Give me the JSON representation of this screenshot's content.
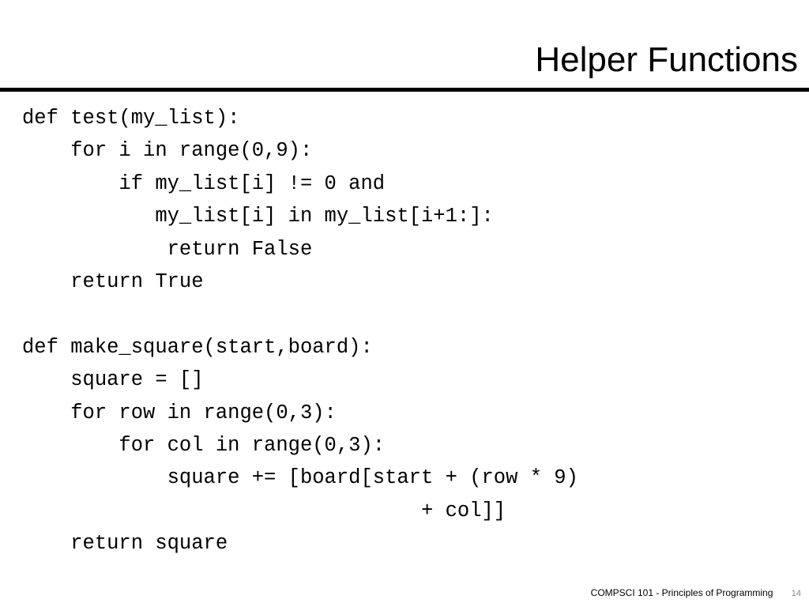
{
  "slide": {
    "title": "Helper Functions",
    "code_lines": [
      "def test(my_list):",
      "    for i in range(0,9):",
      "        if my_list[i] != 0 and",
      "           my_list[i] in my_list[i+1:]:",
      "            return False",
      "    return True",
      "",
      "def make_square(start,board):",
      "    square = []",
      "    for row in range(0,3):",
      "        for col in range(0,3):",
      "            square += [board[start + (row * 9)",
      "                                 + col]]",
      "    return square"
    ]
  },
  "footer": {
    "course": "COMPSCI 101 - Principles of Programming",
    "page_number": "14"
  }
}
